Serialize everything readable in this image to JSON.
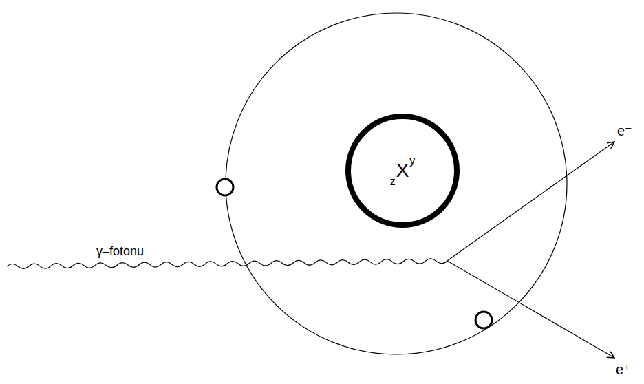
{
  "diagram": {
    "nodes": [
      {
        "text": [
          "z",
          "X",
          "y"
        ]
      }
    ],
    "labels": [
      "γ–fotonu",
      "e⁻",
      "e⁺"
    ]
  }
}
